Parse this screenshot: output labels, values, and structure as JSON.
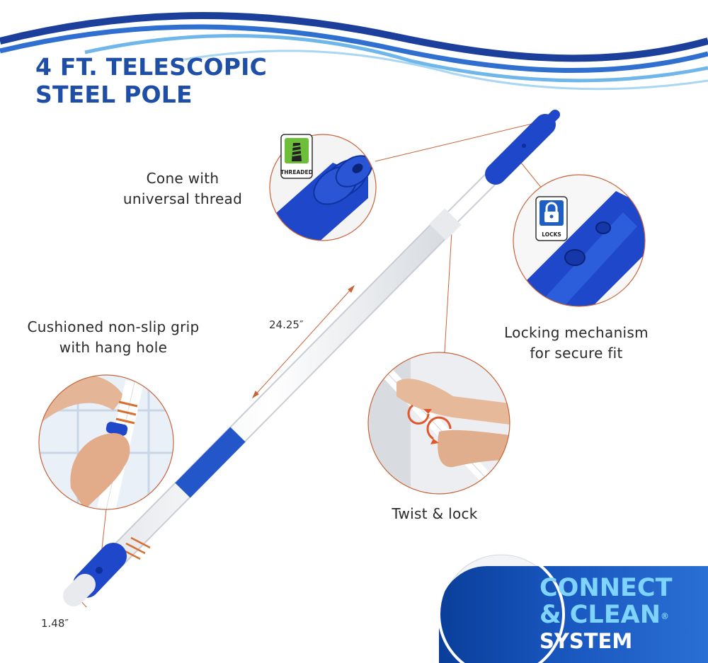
{
  "title": {
    "line1": "4 FT. TELESCOPIC",
    "line2": "STEEL POLE"
  },
  "callouts": {
    "cone": {
      "line1": "Cone with",
      "line2": "universal thread",
      "badge": "THREADED"
    },
    "lock": {
      "line1": "Locking mechanism",
      "line2": "for secure fit",
      "badge": "LOCKS"
    },
    "grip": {
      "line1": "Cushioned non-slip grip",
      "line2": "with hang hole"
    },
    "twist": {
      "line1": "Twist & lock"
    }
  },
  "dimensions": {
    "length": "24.25″",
    "diameter": "1.48″"
  },
  "badge": {
    "line1": "CONNECT",
    "line2": "& CLEAN",
    "reg": "®",
    "line3": "SYSTEM"
  },
  "colors": {
    "brand_blue": "#1e4ea6",
    "pole_blue": "#1f47c9",
    "accent_orange": "#c7643a",
    "light_blue": "#7fd4ff"
  }
}
